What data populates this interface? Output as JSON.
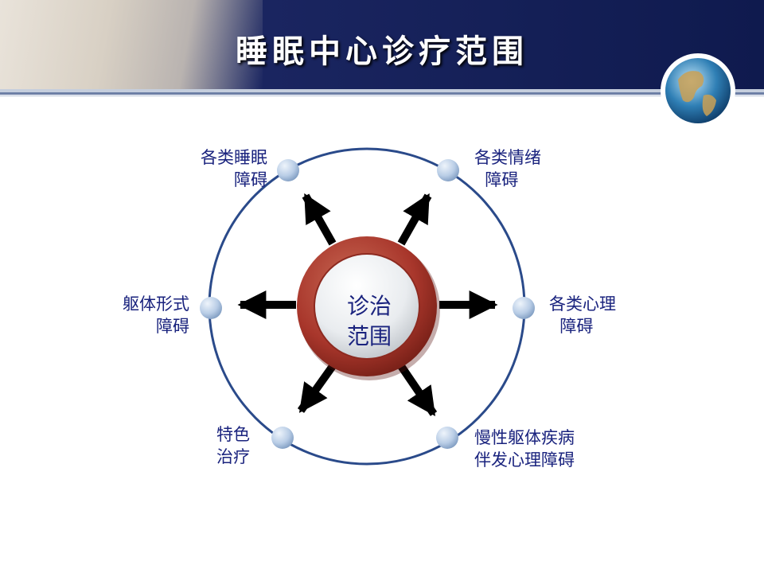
{
  "slide": {
    "title": "睡眠中心诊疗范围"
  },
  "diagram": {
    "center_label_line1": "诊治",
    "center_label_line2": "范围",
    "nodes": [
      {
        "id": "top-left",
        "text": "各类睡眠\n  障碍"
      },
      {
        "id": "top-right",
        "text": "各类情绪\n  障碍"
      },
      {
        "id": "right",
        "text": "各类心理\n  障碍"
      },
      {
        "id": "bottom-right",
        "text": "慢性躯体疾病\n伴发心理障碍"
      },
      {
        "id": "bottom-left",
        "text": "特色\n治疗"
      },
      {
        "id": "left",
        "text": "躯体形式\n  障碍"
      }
    ]
  },
  "colors": {
    "header_bg": "#1a2560",
    "ring": "#2a4a8a",
    "node_fill": "#b9cde6",
    "hub_outer": "#a8362b",
    "label_text": "#1a237e"
  }
}
